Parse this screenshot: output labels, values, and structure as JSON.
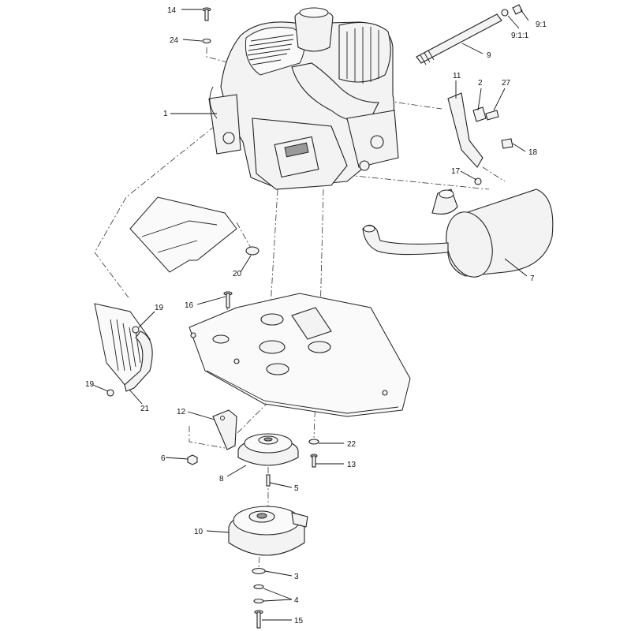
{
  "callouts": [
    {
      "label": "14"
    },
    {
      "label": "24"
    },
    {
      "label": "1"
    },
    {
      "label": "9:1:1"
    },
    {
      "label": "9:1"
    },
    {
      "label": "9"
    },
    {
      "label": "11"
    },
    {
      "label": "2"
    },
    {
      "label": "27"
    },
    {
      "label": "18"
    },
    {
      "label": "17"
    },
    {
      "label": "7"
    },
    {
      "label": "20"
    },
    {
      "label": "16"
    },
    {
      "label": "19"
    },
    {
      "label": "19"
    },
    {
      "label": "21"
    },
    {
      "label": "12"
    },
    {
      "label": "22"
    },
    {
      "label": "6"
    },
    {
      "label": "13"
    },
    {
      "label": "8"
    },
    {
      "label": "5"
    },
    {
      "label": "10"
    },
    {
      "label": "3"
    },
    {
      "label": "4"
    },
    {
      "label": "15"
    }
  ]
}
